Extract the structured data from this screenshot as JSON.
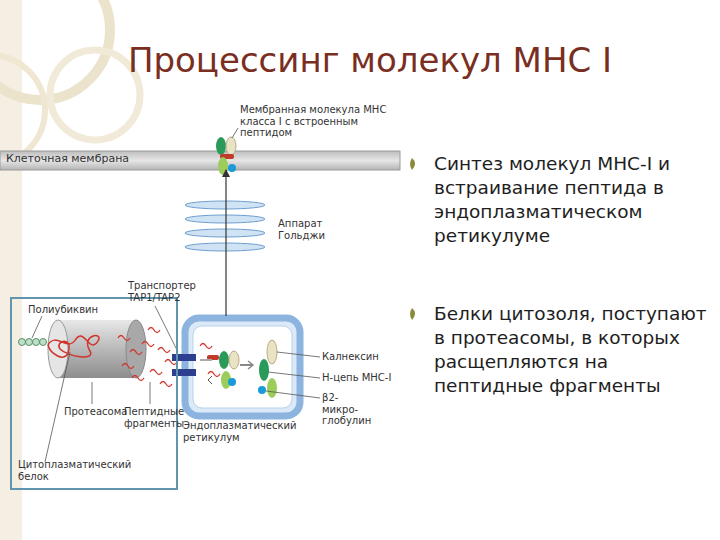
{
  "diagram": {
    "title": "Процессинг молекул МНС I",
    "nodes": [
      {
        "text": [
          "Клеточная мембрана"
        ]
      },
      {
        "text": [
          "Цитоплазматический белок"
        ]
      },
      {
        "text": [
          "Эндоплазматический ретикулум"
        ]
      }
    ],
    "edges": [
      {
        "from": 2,
        "to": 0,
        "arrow": "to"
      }
    ],
    "labels": [
      "Мембранная молекула МНС класса I с встроенным пептидом",
      "Аппарат Гольджи",
      "Транспортер TAP1/TAP2",
      "Полиубиквин",
      "Протеасома",
      "Пептидные фрагменты",
      "Калнексин",
      "Н-цепь МНС-I",
      "β2-микро-глобулин",
      "Синтез молекул МНС-I и встраивание пептида в эндоплазматическом ретикулуме",
      "Белки цитозоля, поступают в протеасомы, в которых расщепляются на пептидные фрагменты"
    ]
  }
}
